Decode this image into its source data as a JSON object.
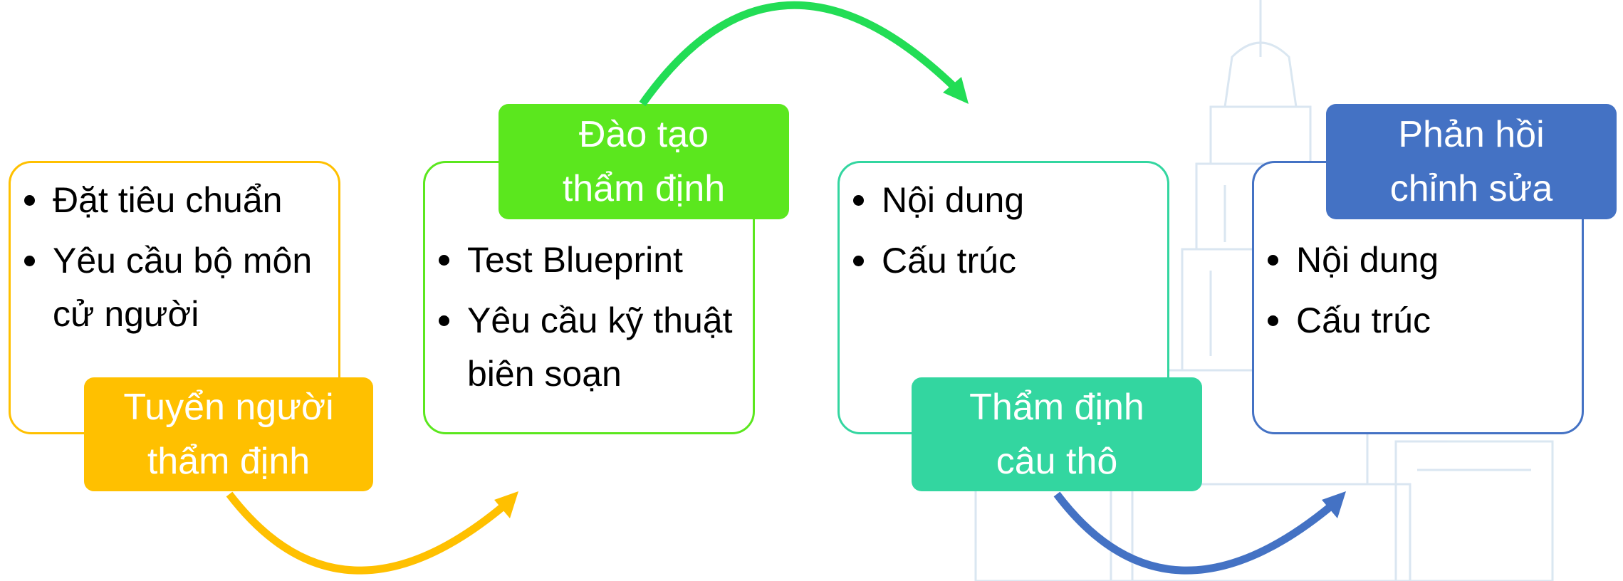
{
  "colors": {
    "step1": "#FFC000",
    "step2": "#5BE71E",
    "step3": "#33D6A0",
    "step4": "#4472C4",
    "arrow_green": "#22DD55"
  },
  "steps": [
    {
      "title_lines": [
        "Tuyển người",
        "thẩm định"
      ],
      "bullets": [
        "Đặt tiêu chuẩn",
        "Yêu cầu bộ môn cử người"
      ]
    },
    {
      "title_lines": [
        "Đào tạo",
        "thẩm định"
      ],
      "bullets": [
        "Test Blueprint",
        "Yêu cầu kỹ thuật biên soạn"
      ]
    },
    {
      "title_lines": [
        "Thẩm định",
        "câu thô"
      ],
      "bullets": [
        "Nội dung",
        "Cấu trúc"
      ]
    },
    {
      "title_lines": [
        "Phản hồi",
        "chỉnh sửa"
      ],
      "bullets": [
        "Nội dung",
        "Cấu trúc"
      ]
    }
  ]
}
